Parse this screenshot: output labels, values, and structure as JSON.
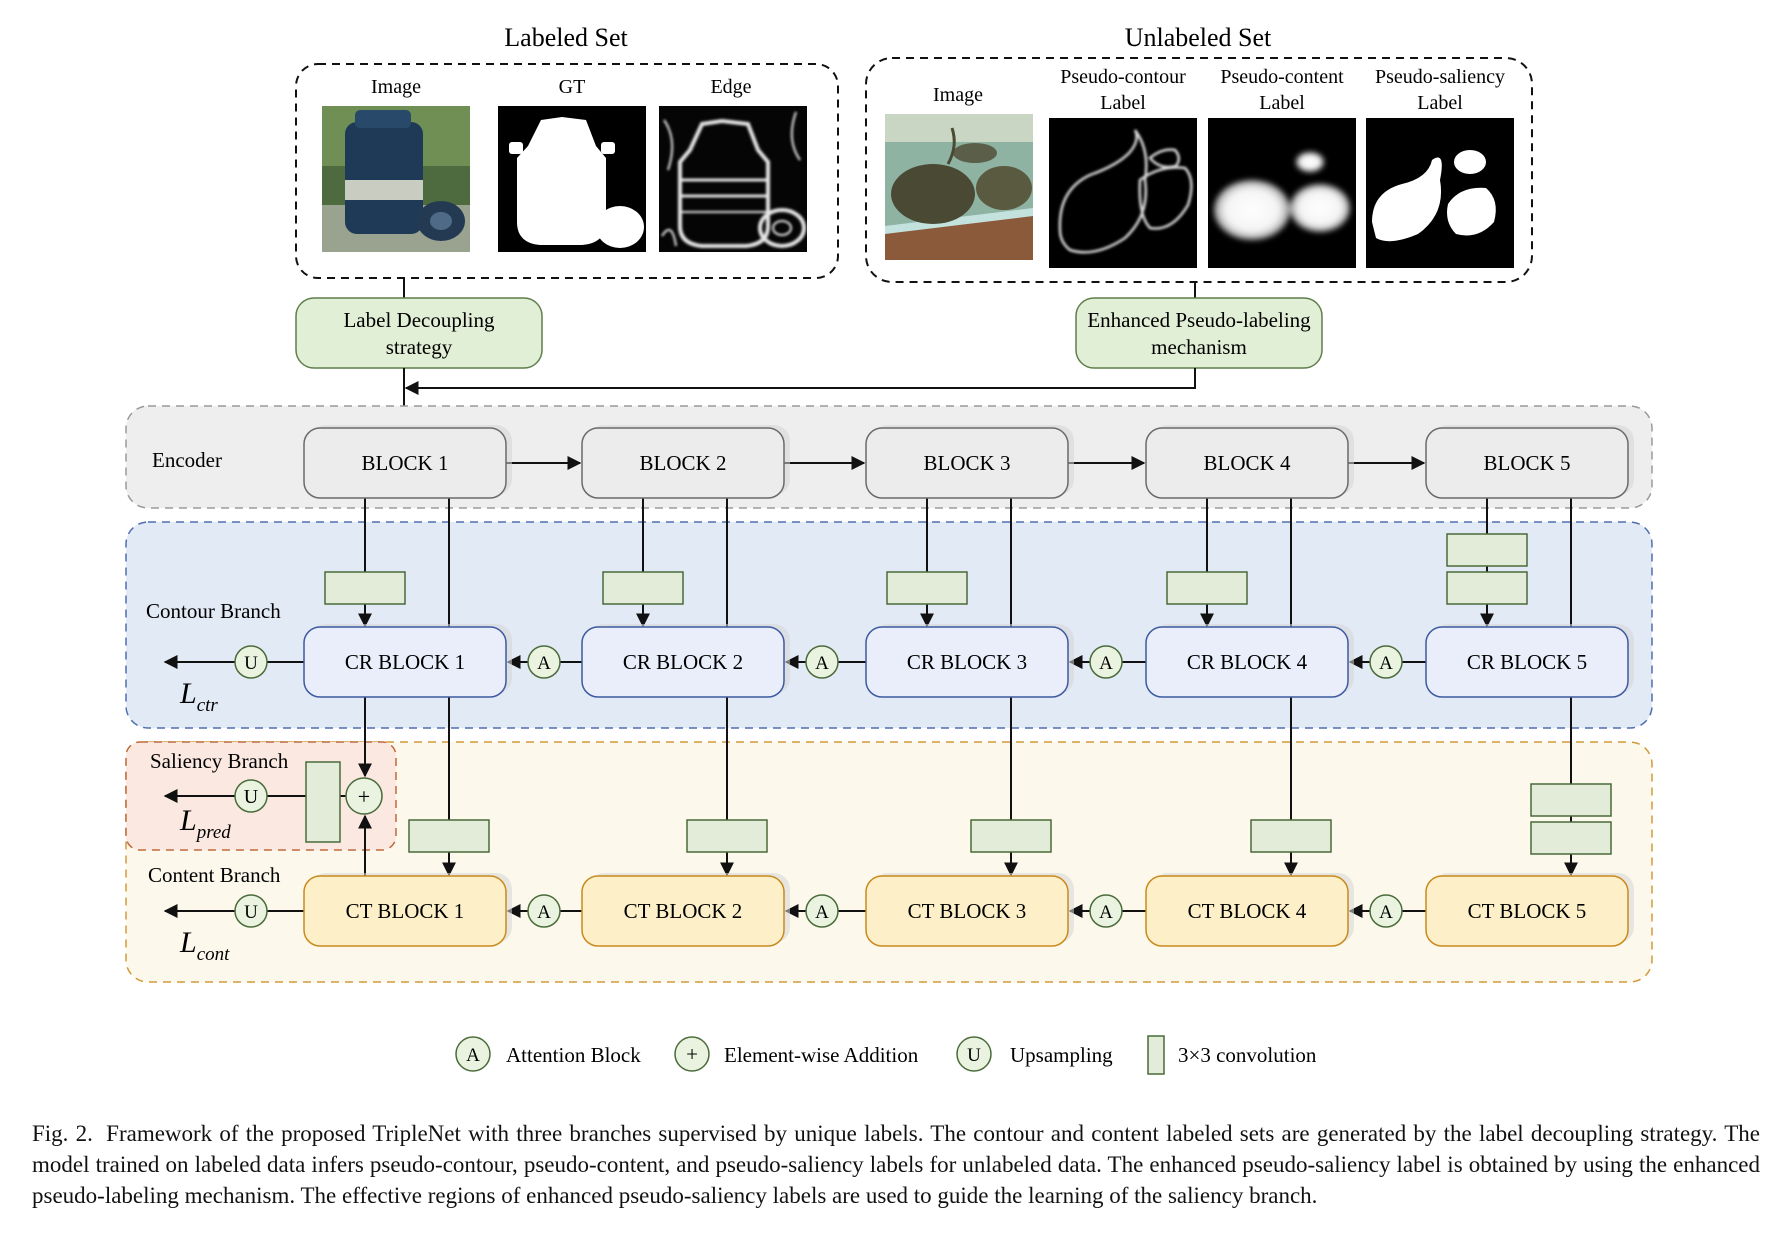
{
  "labeled_set": {
    "title": "Labeled Set",
    "image_label": "Image",
    "gt_label": "GT",
    "edge_label": "Edge"
  },
  "unlabeled_set": {
    "title": "Unlabeled Set",
    "image_label": "Image",
    "contour_label": [
      "Pseudo-contour",
      "Label"
    ],
    "content_label": [
      "Pseudo-content",
      "Label"
    ],
    "saliency_label": [
      "Pseudo-saliency",
      "Label"
    ]
  },
  "strategies": {
    "label_decoupling": [
      "Label Decoupling",
      "strategy"
    ],
    "enhanced_pseudo": [
      "Enhanced Pseudo-labeling",
      "mechanism"
    ]
  },
  "encoder": {
    "label": "Encoder",
    "blocks": [
      "BLOCK 1",
      "BLOCK 2",
      "BLOCK 3",
      "BLOCK 4",
      "BLOCK 5"
    ]
  },
  "contour_branch": {
    "label": "Contour Branch",
    "blocks": [
      "CR BLOCK 1",
      "CR BLOCK 2",
      "CR BLOCK 3",
      "CR BLOCK 4",
      "CR BLOCK 5"
    ],
    "loss_sub": "ctr"
  },
  "saliency_branch": {
    "label": "Saliency Branch",
    "loss_sub": "pred"
  },
  "content_branch": {
    "label": "Content Branch",
    "blocks": [
      "CT BLOCK 1",
      "CT BLOCK 2",
      "CT BLOCK 3",
      "CT BLOCK 4",
      "CT BLOCK 5"
    ],
    "loss_sub": "cont"
  },
  "loss_symbol": "L",
  "ops": {
    "attention": "A",
    "upsample": "U",
    "add": "+"
  },
  "legend": {
    "attention": "Attention Block",
    "addition": "Element-wise Addition",
    "upsampling": "Upsampling",
    "conv": "3×3 convolution"
  },
  "caption": {
    "label": "Fig. 2.",
    "text": "Framework of the proposed TripleNet with three branches supervised by unique labels. The contour and content labeled sets are generated by the label decoupling strategy. The model trained on labeled data infers pseudo-contour, pseudo-content, and pseudo-saliency labels for unlabeled data. The enhanced pseudo-saliency label is obtained by using the enhanced pseudo-labeling mechanism. The effective regions of enhanced pseudo-saliency labels are used to guide the learning of the saliency branch."
  },
  "colors": {
    "encoder_bg": "#eeeeee",
    "contour_bg": "#e2eaf6",
    "content_bg": "#fcf9ec",
    "saliency_bg": "#fbe9e1",
    "block_gray": "#ececec",
    "block_blue": "#eaeefb",
    "block_yellow": "#fdf0c8",
    "conv_green": "#e2ecd8",
    "node_green": "#eaf3e0"
  }
}
